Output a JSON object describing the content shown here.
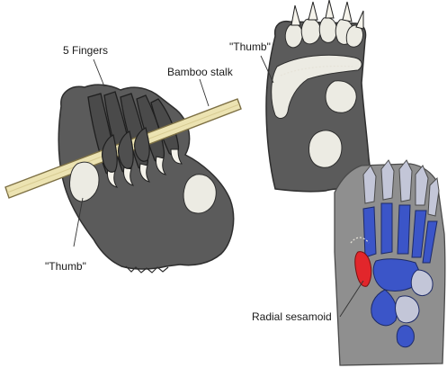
{
  "labels": {
    "fingers": "5 Fingers",
    "bamboo": "Bamboo stalk",
    "thumb_left": "\"Thumb\"",
    "thumb_top": "\"Thumb\"",
    "radial": "Radial sesamoid"
  },
  "colors": {
    "paw": "#5b5b5b",
    "paw_dark": "#3c3c3c",
    "pad": "#ecebe3",
    "bamboo": "#ece3b2",
    "bamboo_edge": "#7d7044",
    "bone_blue": "#3b55c8",
    "bone_red": "#e2262b",
    "bone_grey": "#c3c6d8",
    "leader": "#333333"
  }
}
